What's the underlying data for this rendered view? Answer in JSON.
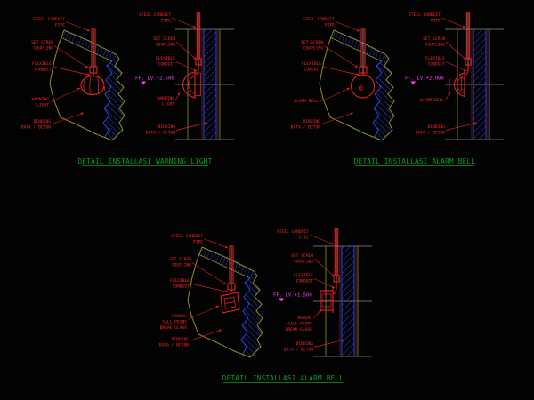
{
  "colors": {
    "background": "#020202",
    "label_red": "#ff2525",
    "level_magenta": "#ff3dff",
    "title_green": "#00a31e",
    "wall_olive": "#90901c",
    "hatch_blue": "#2850ff",
    "datum_gray": "#8b8b8b"
  },
  "details": [
    {
      "id": "warning-light",
      "title": "DETAIL INSTALLASI WARNING LIGHT",
      "ff_level": "FF. LV.+2.500",
      "labels": {
        "steel_conduit": [
          "STEEL CONDUIT",
          "PIPE"
        ],
        "set_screw": [
          "SET SCREW",
          "COUPLING"
        ],
        "flexible": [
          "FLEXIBLE",
          "CONDUIT"
        ],
        "device": [
          "WARNING",
          "LIGHT"
        ],
        "wall": [
          "DINDING",
          "BATA / BETON"
        ]
      }
    },
    {
      "id": "alarm-bell",
      "title": "DETAIL INSTALLASI ALARM BELL",
      "ff_level": "FF. LV.+2.000",
      "labels": {
        "steel_conduit": [
          "STEEL CONDUIT",
          "PIPE"
        ],
        "set_screw": [
          "SET SCREW",
          "COUPLING"
        ],
        "flexible": [
          "FLEXIBLE",
          "CONDUIT"
        ],
        "device": [
          "ALARM BELL"
        ],
        "wall": [
          "DINDING",
          "BATA / BETON"
        ]
      }
    },
    {
      "id": "manual-call-point",
      "title": "DETAIL INSTALLASI ALARM BELL",
      "ff_level": "FF. LV.+1.500",
      "labels": {
        "steel_conduit": [
          "STEEL CONDUIT",
          "PIPE"
        ],
        "set_screw": [
          "SET SCREW",
          "COUPLING"
        ],
        "flexible": [
          "FLEXIBLE",
          "CONDUIT"
        ],
        "device": [
          "MANUAL",
          "CALL POINT",
          "BREAK GLASS"
        ],
        "wall": [
          "DINDING",
          "BATA / BETON"
        ]
      }
    }
  ]
}
